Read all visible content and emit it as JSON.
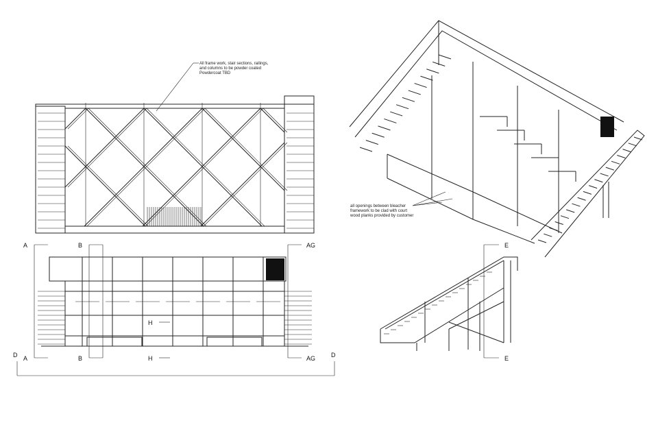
{
  "notes": {
    "powder_coat": [
      "All frame work, stair sections, railings,",
      "and columns to be powder coated",
      "Powdercoat TBD"
    ],
    "openings": [
      "all openings between bleacher",
      "framework to be clad with court",
      "wood planks provided by customer"
    ]
  },
  "section_labels": {
    "a_top": "A",
    "a_bottom": "A",
    "b_top": "B",
    "b_bottom": "B",
    "h_mid": "H",
    "h_bottom": "H",
    "ag_top": "AG",
    "ag_bottom": "AG",
    "d_left": "D",
    "d_right": "D",
    "e_top": "E",
    "e_bottom": "E"
  },
  "colors": {
    "line": "#222222",
    "fill_dark": "#111111"
  }
}
